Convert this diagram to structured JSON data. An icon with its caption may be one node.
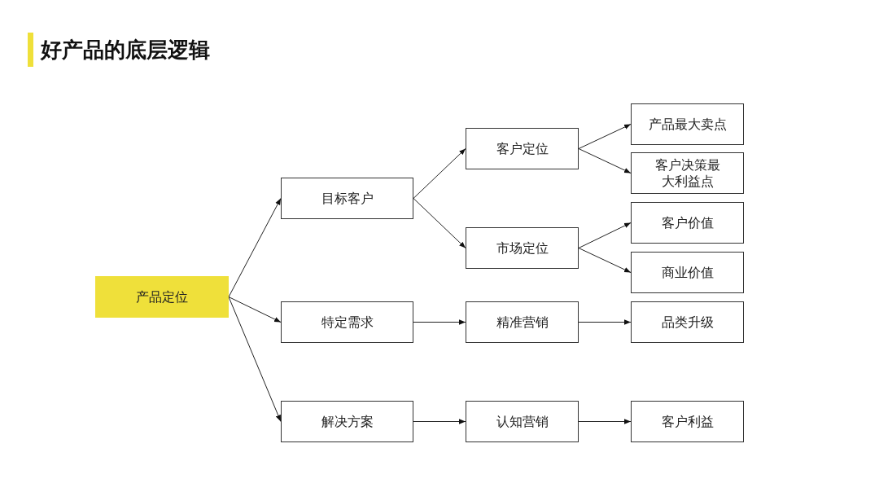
{
  "diagram": {
    "title": "好产品的底层逻辑",
    "nodes": [
      {
        "text": [
          "产品定位"
        ]
      },
      {
        "text": [
          "目标客户"
        ]
      },
      {
        "text": [
          "特定需求"
        ]
      },
      {
        "text": [
          "解决方案"
        ]
      },
      {
        "text": [
          "客户定位"
        ]
      },
      {
        "text": [
          "市场定位"
        ]
      },
      {
        "text": [
          "精准营销"
        ]
      },
      {
        "text": [
          "认知营销"
        ]
      },
      {
        "text": [
          "产品最大卖点"
        ]
      },
      {
        "text": [
          "客户决策最大利益点"
        ]
      },
      {
        "text": [
          "客户价值"
        ]
      },
      {
        "text": [
          "商业价值"
        ]
      },
      {
        "text": [
          "品类升级"
        ]
      },
      {
        "text": [
          "客户利益"
        ]
      }
    ],
    "edges": [
      {
        "from": 0,
        "to": 1,
        "arrow": "to"
      },
      {
        "from": 0,
        "to": 2,
        "arrow": "to"
      },
      {
        "from": 0,
        "to": 3,
        "arrow": "to"
      },
      {
        "from": 1,
        "to": 4,
        "arrow": "to"
      },
      {
        "from": 1,
        "to": 5,
        "arrow": "to"
      },
      {
        "from": 2,
        "to": 6,
        "arrow": "to"
      },
      {
        "from": 3,
        "to": 7,
        "arrow": "to"
      },
      {
        "from": 4,
        "to": 8,
        "arrow": "to"
      },
      {
        "from": 4,
        "to": 9,
        "arrow": "to"
      },
      {
        "from": 5,
        "to": 10,
        "arrow": "to"
      },
      {
        "from": 5,
        "to": 11,
        "arrow": "to"
      },
      {
        "from": 6,
        "to": 12,
        "arrow": "to"
      },
      {
        "from": 7,
        "to": 13,
        "arrow": "to"
      }
    ]
  }
}
